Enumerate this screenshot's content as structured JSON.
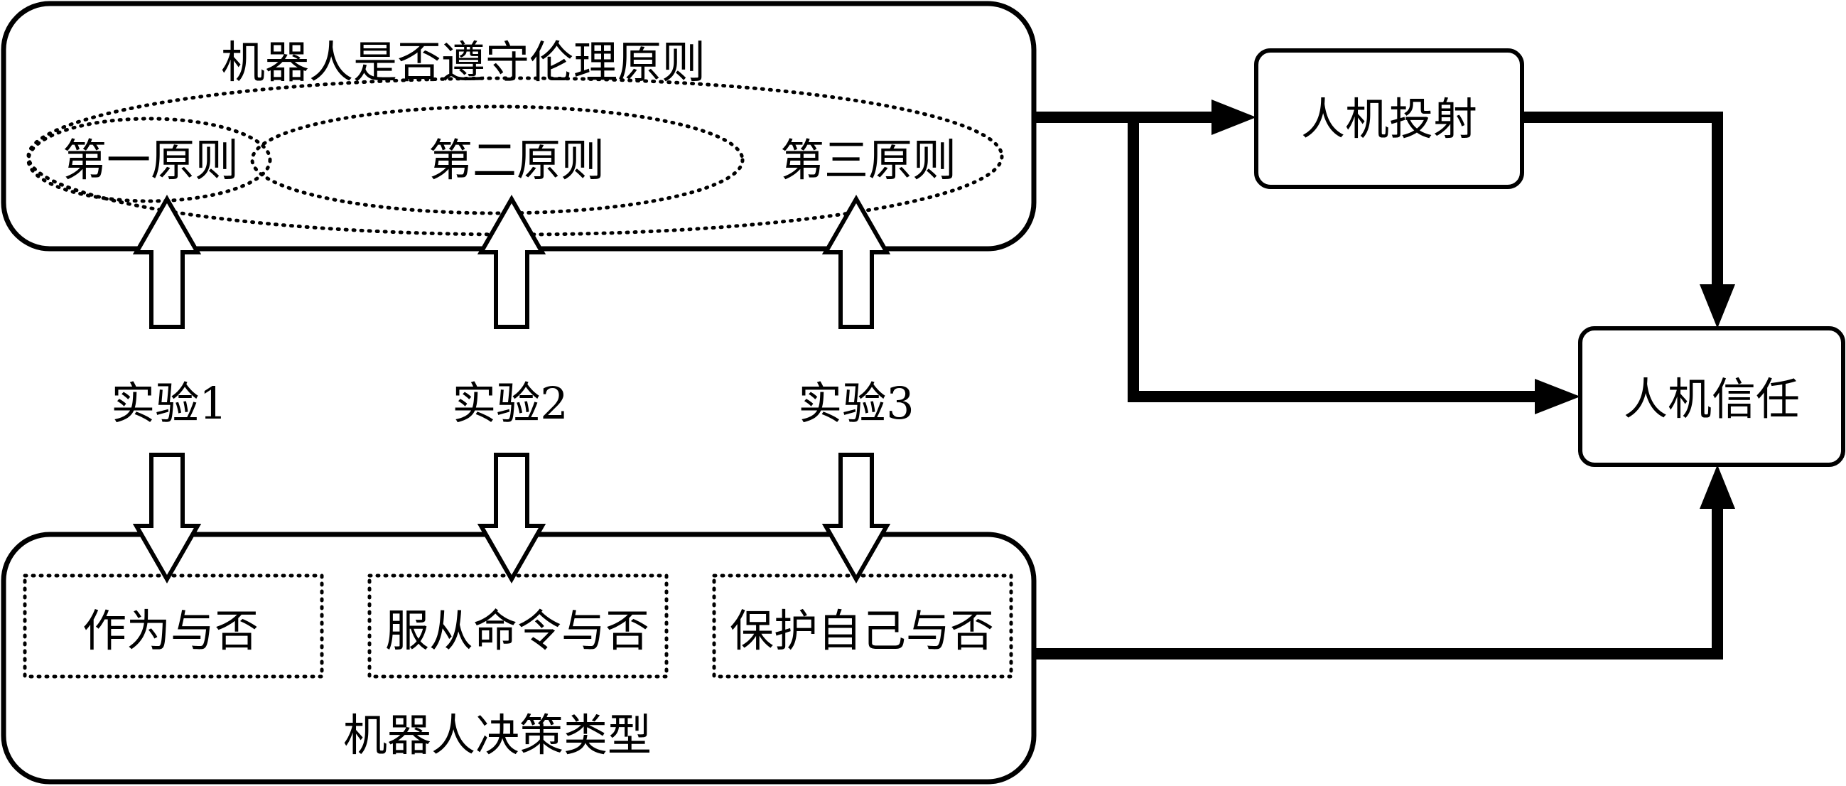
{
  "top_group": {
    "title": "机器人是否遵守伦理原则",
    "principles": [
      "第一原则",
      "第二原则",
      "第三原则"
    ]
  },
  "experiments": [
    "实验1",
    "实验2",
    "实验3"
  ],
  "bottom_group": {
    "title": "机器人决策类型",
    "decision_types": [
      "作为与否",
      "服从命令与否",
      "保护自己与否"
    ]
  },
  "nodes": {
    "projection": "人机投射",
    "trust": "人机信任"
  },
  "colors": {
    "stroke": "#000000",
    "background": "#ffffff"
  }
}
